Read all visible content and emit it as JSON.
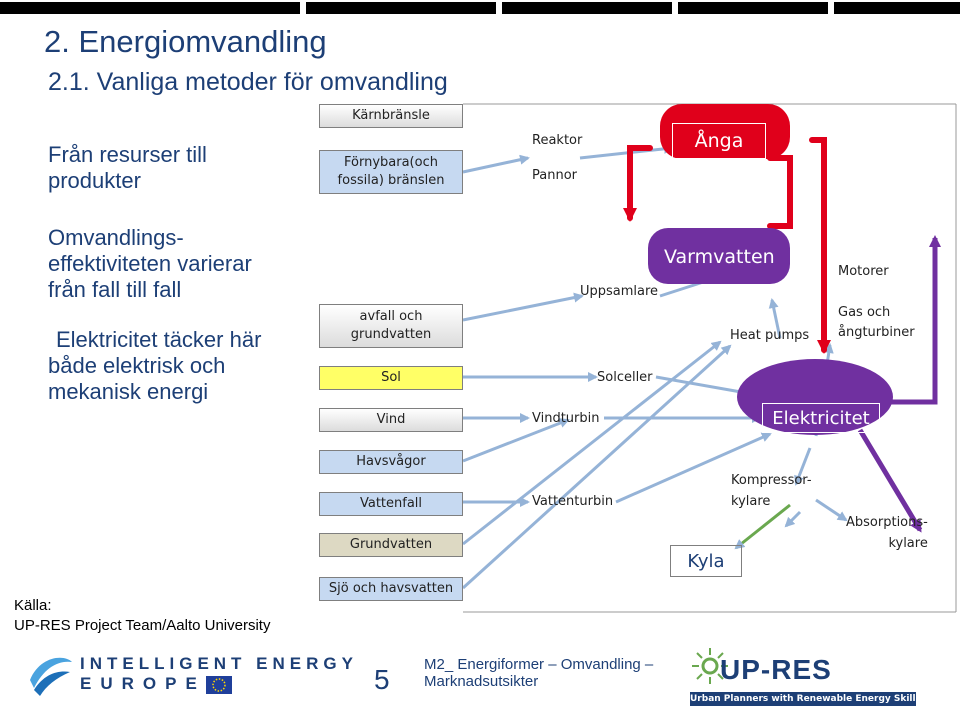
{
  "slide": {
    "title": "2.  Energiomvandling",
    "subtitle": "2.1. Vanliga metoder för omvandling"
  },
  "left": {
    "heading": [
      "Från resurser till",
      "produkter"
    ],
    "paragraph1": [
      "Omvandlings-",
      "effektiviteten varierar",
      "från fall till fall"
    ],
    "paragraph2": [
      "Elektricitet  täcker här",
      "både elektrisk och",
      "mekanisk energi"
    ],
    "source": [
      "Källa:",
      "UP-RES Project Team/Aalto University"
    ]
  },
  "resources": {
    "karnbransle": "Kärnbränsle",
    "fornybara": [
      "Förnybara(och",
      "fossila) bränslen"
    ],
    "avfall": [
      "avfall och",
      "grundvatten"
    ],
    "sol": "Sol",
    "vind": "Vind",
    "havsvagor": "Havsvågor",
    "vattenfall": "Vattenfall",
    "grundvatten": "Grundvatten",
    "sjo": "Sjö och havsvatten"
  },
  "converters": {
    "reaktor": "Reaktor",
    "pannor": "Pannor",
    "uppsamlare": "Uppsamlare",
    "solceller": "Solceller",
    "vindturbin": "Vindturbin",
    "vattenturbin": "Vattenturbin",
    "heat_pumps": "Heat pumps",
    "kompressor": [
      "Kompressor-",
      "kylare"
    ],
    "absorptions": [
      "Absorptions-",
      "kylare"
    ]
  },
  "products": {
    "anga": "Ånga",
    "varmvatten": "Varmvatten",
    "elektricitet": "Elektricitet",
    "kyla": "Kyla"
  },
  "end_uses": {
    "motorer": "Motorer",
    "gas_och": [
      "Gas och",
      "ångturbiner"
    ]
  },
  "footer": {
    "logo_line1": "INTELLIGENT ENERGY",
    "logo_line2": "EUROPE",
    "page_number": "5",
    "module_line1": "M2_ Energiformer – Omvandling –",
    "module_line2": "Marknadsutsikter",
    "upres_logo": "UP-RES",
    "upres_tagline": "Urban Planners with Renewable Energy Skills"
  },
  "colors": {
    "title_blue": "#1d3f76",
    "red": "#e0001b",
    "purple": "#7030a0",
    "diagram_blue": "#95b3d7",
    "green": "#6aa84f"
  }
}
